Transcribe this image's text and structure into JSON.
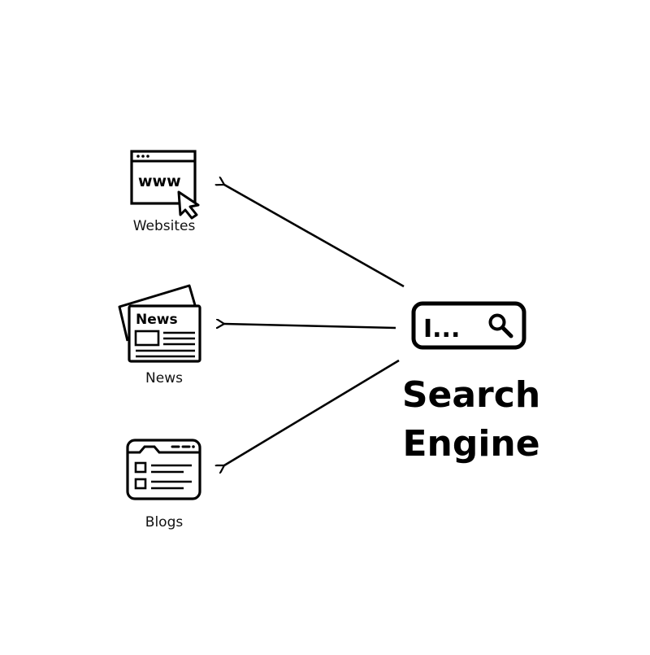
{
  "diagram": {
    "source": {
      "title_line1": "Search",
      "title_line2": "Engine",
      "search_box_text": "I...",
      "icon": "search-bar-icon"
    },
    "targets": [
      {
        "label": "Websites",
        "icon": "browser-www-icon",
        "icon_text": "www"
      },
      {
        "label": "News",
        "icon": "newspaper-icon",
        "icon_text": "News"
      },
      {
        "label": "Blogs",
        "icon": "blog-window-icon"
      }
    ],
    "connections": [
      {
        "from": "Search Engine",
        "to": "Websites"
      },
      {
        "from": "Search Engine",
        "to": "News"
      },
      {
        "from": "Search Engine",
        "to": "Blogs"
      }
    ],
    "colors": {
      "stroke": "#000000",
      "background": "#ffffff"
    }
  }
}
